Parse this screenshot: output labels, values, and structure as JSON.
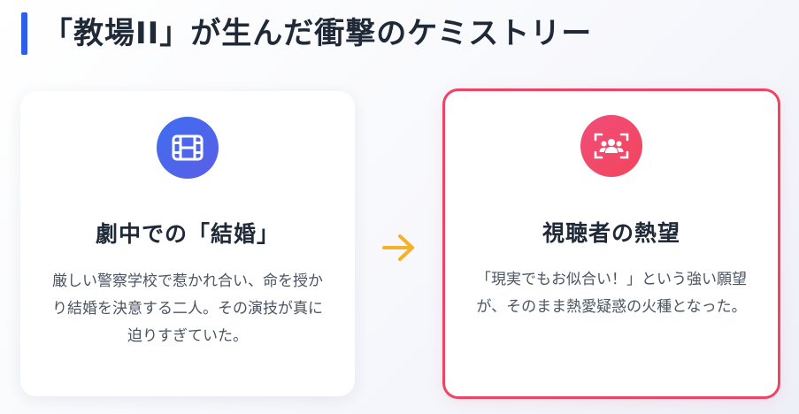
{
  "title": "「教場II」が生んだ衝撃のケミストリー",
  "colors": {
    "accent_blue": "#2f5fe8",
    "accent_red": "#ee4564",
    "arrow": "#f4b229"
  },
  "left_card": {
    "icon": "film-icon",
    "heading": "劇中での「結婚」",
    "body": "厳しい警察学校で惹かれ合い、命を授かり結婚を決意する二人。その演技が真に迫りすぎていた。"
  },
  "arrow_icon": "arrow-right-icon",
  "right_card": {
    "icon": "users-viewfinder-icon",
    "heading": "視聴者の熱望",
    "body": "「現実でもお似合い！」という強い願望が、そのまま熱愛疑惑の火種となった。"
  }
}
